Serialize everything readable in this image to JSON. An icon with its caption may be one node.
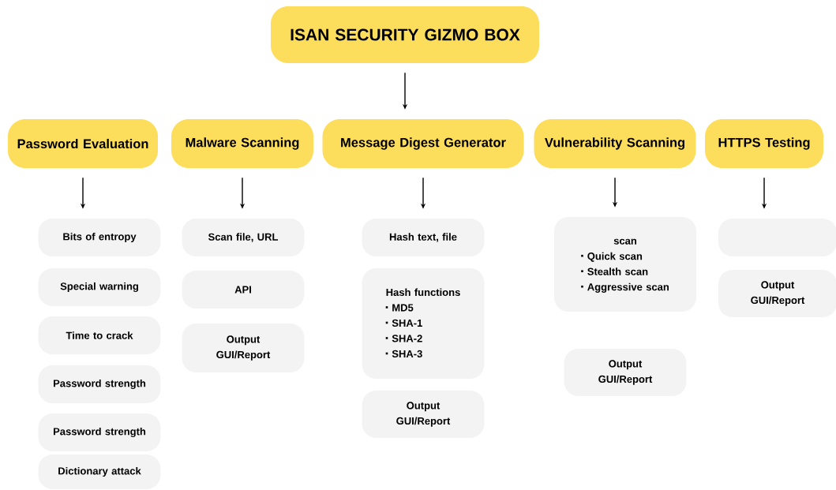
{
  "diagram": {
    "nodes": [
      {
        "text": [
          "ISAN SECURITY GIZMO BOX"
        ]
      },
      {
        "text": [
          "Password Evaluation"
        ]
      },
      {
        "text": [
          "Malware Scanning"
        ]
      },
      {
        "text": [
          "Message Digest Generator"
        ]
      },
      {
        "text": [
          "Vulnerability Scanning"
        ]
      },
      {
        "text": [
          "HTTPS Testing"
        ]
      },
      {
        "text": [
          "Bits of entropy"
        ]
      },
      {
        "text": [
          "Special warning"
        ]
      },
      {
        "text": [
          "Time to crack"
        ]
      },
      {
        "text": [
          "Password strength"
        ]
      },
      {
        "text": [
          "Password strength"
        ]
      },
      {
        "text": [
          "Dictionary attack"
        ]
      },
      {
        "text": [
          "Scan file, URL"
        ]
      },
      {
        "text": [
          "API"
        ]
      },
      {
        "text": [
          "Output GUI/Report"
        ]
      },
      {
        "text": [
          "Hash text, file"
        ]
      },
      {
        "text": [
          "Hash functions",
          "MD5",
          "SHA-1",
          "SHA-2",
          "SHA-3"
        ]
      },
      {
        "text": [
          "Output GUI/Report"
        ]
      },
      {
        "text": [
          "scan",
          "Quick scan",
          "Stealth scan",
          "Aggressive scan"
        ]
      },
      {
        "text": [
          "Output GUI/Report"
        ]
      },
      {
        "text": [],
        "shape": "box"
      },
      {
        "text": [
          "Output GUI/Report"
        ]
      }
    ],
    "edges": [
      {
        "from": 0,
        "to": 3,
        "arrow": "to"
      },
      {
        "from": 1,
        "to": 6,
        "arrow": "to"
      },
      {
        "from": 2,
        "to": 12,
        "arrow": "to"
      },
      {
        "from": 3,
        "to": 15,
        "arrow": "to"
      },
      {
        "from": 4,
        "to": 18,
        "arrow": "to"
      },
      {
        "from": 5,
        "to": 20,
        "arrow": "to"
      }
    ]
  }
}
